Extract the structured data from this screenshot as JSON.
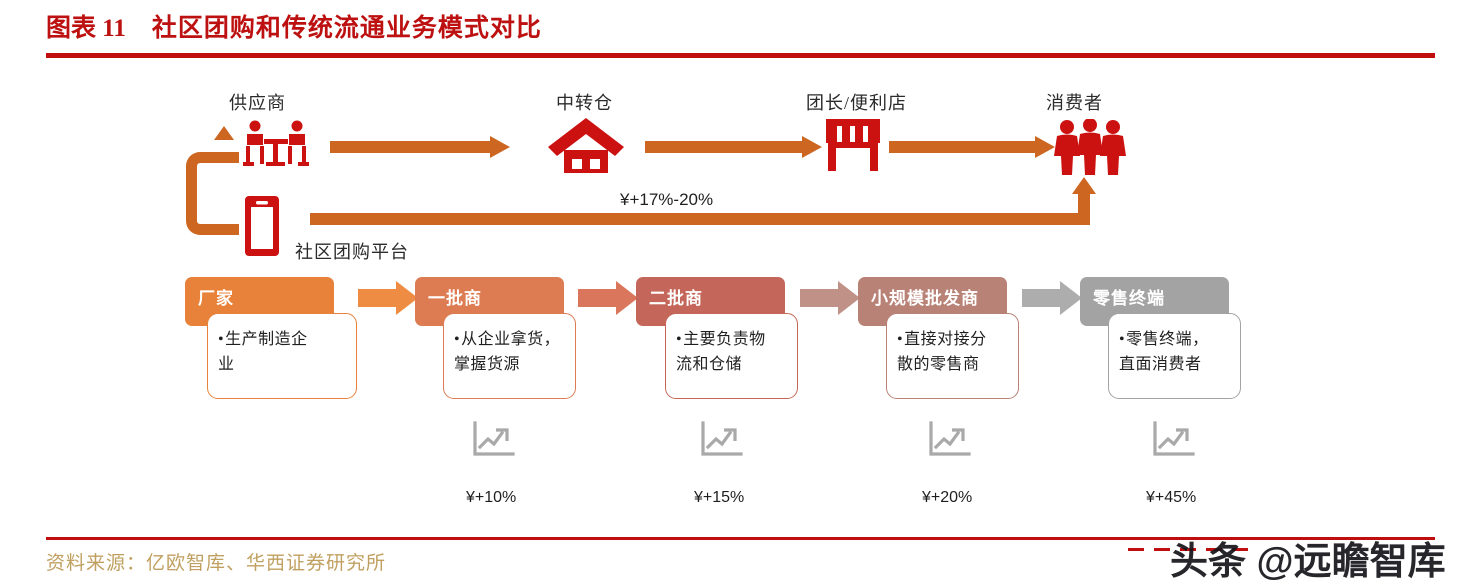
{
  "header": {
    "figure_no": "图表 11",
    "title": "社区团购和传统流通业务模式对比",
    "rule_color": "#c00d0d"
  },
  "community_flow": {
    "nodes": [
      {
        "label": "供应商",
        "icon": "people-at-table-icon"
      },
      {
        "label": "中转仓",
        "icon": "warehouse-house-icon"
      },
      {
        "label": "团长/便利店",
        "icon": "storefront-icon"
      },
      {
        "label": "消费者",
        "icon": "three-people-icon"
      }
    ],
    "platform": {
      "label": "社区团购平台",
      "icon": "smartphone-icon"
    },
    "markup_label": "¥+17%-20%",
    "arrow_color": "#cc6620",
    "icon_color": "#cc1111"
  },
  "traditional_chain": {
    "stages": [
      {
        "title": "厂家",
        "desc_line1": "生产制造企",
        "desc_line2": "业",
        "header_color": "#e8823a",
        "border_color": "#e8823a"
      },
      {
        "title": "一批商",
        "desc_line1": "从企业拿货，",
        "desc_line2": "掌握货源",
        "header_color": "#dd7c52",
        "border_color": "#dd7c52"
      },
      {
        "title": "二批商",
        "desc_line1": "主要负责物",
        "desc_line2": "流和仓储",
        "header_color": "#c4675a",
        "border_color": "#c4675a"
      },
      {
        "title": "小规模批发商",
        "desc_line1": "直接对接分",
        "desc_line2": "散的零售商",
        "header_color": "#b98277",
        "border_color": "#b98277"
      },
      {
        "title": "零售终端",
        "desc_line1": "零售终端，",
        "desc_line2": "直面消费者",
        "header_color": "#a3a3a3",
        "border_color": "#a3a3a3"
      }
    ],
    "arrows": [
      {
        "color": "#ef8c43"
      },
      {
        "color": "#d9765b"
      },
      {
        "color": "#c09187"
      },
      {
        "color": "#adadad"
      }
    ],
    "bullet": "•"
  },
  "markups": {
    "icon": "trend-up-chart-icon",
    "icon_color": "#a9a9a9",
    "items": [
      {
        "value": "¥+10%"
      },
      {
        "value": "¥+15%"
      },
      {
        "value": "¥+20%"
      },
      {
        "value": "¥+45%"
      }
    ]
  },
  "footer": {
    "source": "资料来源：亿欧智库、华西证券研究所",
    "source_color": "#c0a060",
    "watermark": "头条 @远瞻智库"
  }
}
